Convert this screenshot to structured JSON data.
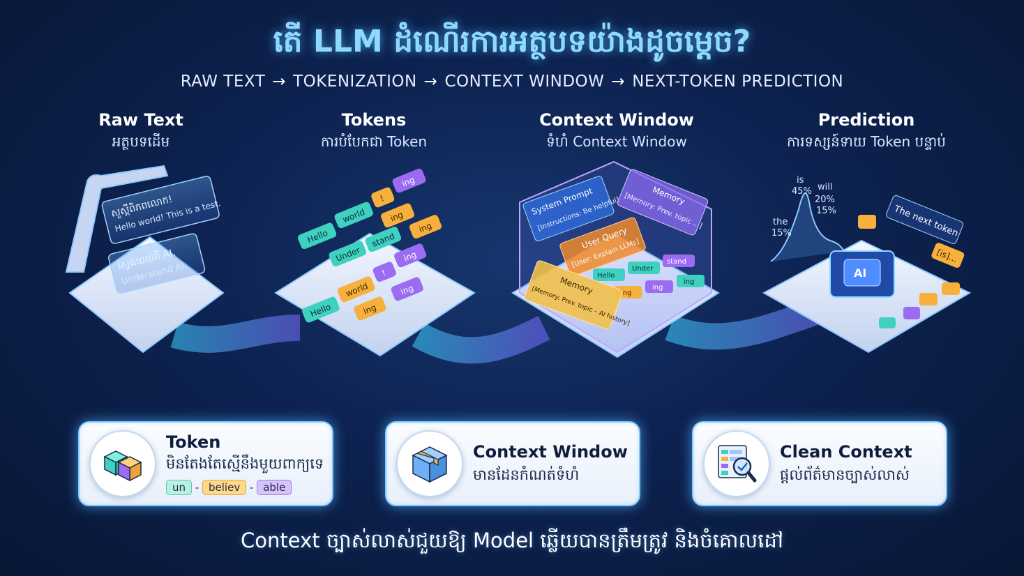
{
  "header": {
    "title": "តើ LLM ដំណើរការអត្ថបទយ៉ាងដូចម្តេច?",
    "pipeline": [
      "RAW TEXT",
      "TOKENIZATION",
      "CONTEXT WINDOW",
      "NEXT-TOKEN PREDICTION"
    ],
    "arrow": "→"
  },
  "stages": [
    {
      "title": "Raw Text",
      "subtitle": "អត្ថបទដើម"
    },
    {
      "title": "Tokens",
      "subtitle": "ការបំបែកជា Token"
    },
    {
      "title": "Context Window",
      "subtitle": "ទំហំ Context Window"
    },
    {
      "title": "Prediction",
      "subtitle": "ការទស្សន៍ទាយ Token បន្ទាប់"
    }
  ],
  "raw_text": {
    "panel_1": [
      "សួស្តីពិភពលោក!",
      "Hello world! This is a test."
    ],
    "panel_2": [
      "ស្វែងយល់ពី AI.",
      "Understand AI."
    ]
  },
  "tokens": {
    "upper": [
      "Hello",
      "world",
      "!",
      "ing",
      "ing",
      "Under",
      "stand",
      "ing"
    ],
    "lower": [
      "Hello",
      "world",
      "!",
      "ing",
      "ing",
      "ing"
    ]
  },
  "context_window": {
    "system_prompt": {
      "title": "System Prompt",
      "body": "[Instructions: Be helpful]"
    },
    "memory_top": {
      "title": "Memory",
      "body": "[Memory: Prev. topic ...]"
    },
    "user_query": {
      "title": "User Query",
      "body": "[User: Explain LLMs]"
    },
    "memory_front": {
      "title": "Memory",
      "body": "[Memory: Prev. topic – AI history]"
    },
    "cube_tokens": [
      "Hello",
      "Under",
      "stand",
      "ing",
      "ing",
      "ing"
    ]
  },
  "prediction": {
    "probabilities": [
      {
        "token": "the",
        "percent": "15%"
      },
      {
        "token": "is",
        "percent": "45%"
      },
      {
        "token": "will",
        "percent": "20%"
      },
      {
        "token": "",
        "percent": "15%"
      }
    ],
    "output_text": "The next token",
    "output_token": "[is]...",
    "chip_label": "AI"
  },
  "cards": [
    {
      "title": "Token",
      "subtitle": "មិនតែងតែស្មើនឹងមួយពាក្យទេ",
      "chips": [
        "un",
        "believ",
        "able"
      ],
      "separator": "-",
      "icon": "token-blocks-icon"
    },
    {
      "title": "Context Window",
      "subtitle": "មានដែនកំណត់ទំហំ",
      "icon": "package-box-icon"
    },
    {
      "title": "Clean Context",
      "subtitle": "ផ្តល់ព័ត៌មានច្បាស់លាស់",
      "icon": "magnify-document-icon"
    }
  ],
  "footer": {
    "text": "Context ច្បាស់លាស់ជួយឱ្យ Model ឆ្លើយបានត្រឹមត្រូវ និងចំគោលដៅ"
  },
  "colors": {
    "accent": "#8fd9ff",
    "teal": "#3fd1c0",
    "orange": "#f7b03c",
    "purple": "#9b6bf2",
    "navy": "#0d2250"
  }
}
